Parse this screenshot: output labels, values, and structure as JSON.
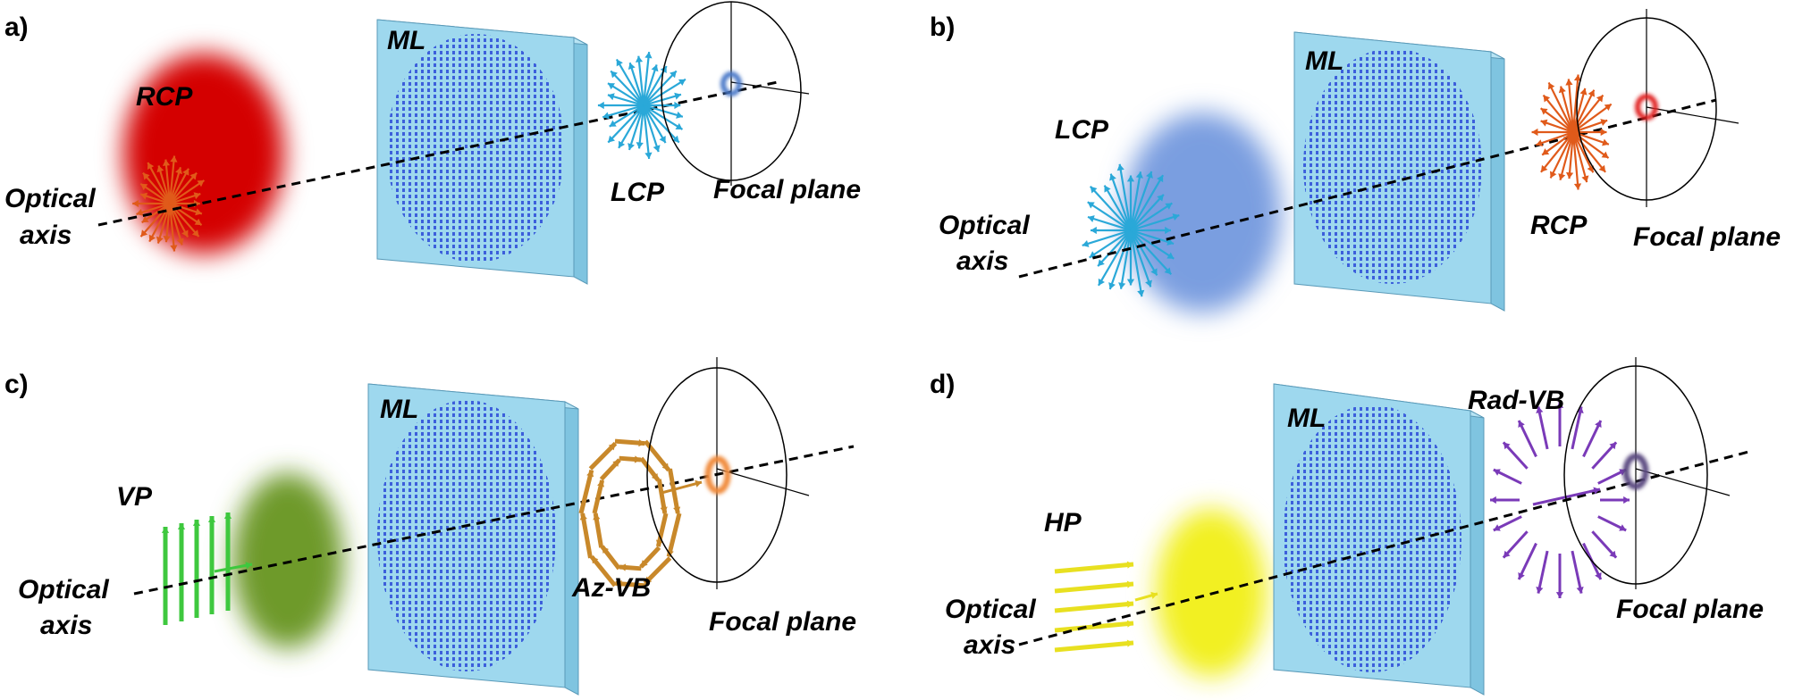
{
  "panels": {
    "a": {
      "panel_label": "a)",
      "input_beam": "RCP",
      "metalens": "ML",
      "output_beam": "LCP",
      "axis_line1": "Optical",
      "axis_line2": "axis",
      "plane": "Focal plane",
      "input_color": "#d40000",
      "arrow_color": "#e05a1a",
      "output_arrow_color": "#2aa8d8",
      "focus_color": "#4a78c8"
    },
    "b": {
      "panel_label": "b)",
      "input_beam": "LCP",
      "metalens": "ML",
      "output_beam": "RCP",
      "axis_line1": "Optical",
      "axis_line2": "axis",
      "plane": "Focal plane",
      "input_color": "#7a9ee0",
      "arrow_color": "#2aa8d8",
      "output_arrow_color": "#e05a1a",
      "focus_color": "#e02020"
    },
    "c": {
      "panel_label": "c)",
      "input_beam": "VP",
      "metalens": "ML",
      "output_beam": "Az-VB",
      "axis_line1": "Optical",
      "axis_line2": "axis",
      "plane": "Focal plane",
      "input_color": "#6e9a2a",
      "arrow_color": "#3ec83e",
      "output_arrow_color": "#c8882a",
      "focus_color": "#f08a3a"
    },
    "d": {
      "panel_label": "d)",
      "input_beam": "HP",
      "metalens": "ML",
      "output_beam": "Rad-VB",
      "axis_line1": "Optical",
      "axis_line2": "axis",
      "plane": "Focal plane",
      "input_color": "#f2f020",
      "arrow_color": "#e8e020",
      "output_arrow_color": "#7a3ab8",
      "focus_color": "#5a4a80"
    }
  },
  "metalens_fill": "#9ed8ee",
  "metalens_pattern": "#2a4ad8"
}
